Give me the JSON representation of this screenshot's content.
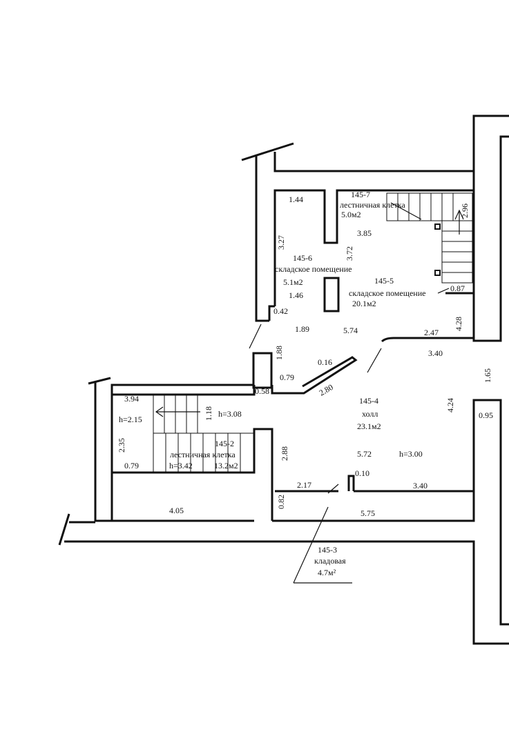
{
  "rooms": [
    {
      "id": "145-7",
      "name": "лестничная клетка",
      "area": "5.0м2"
    },
    {
      "id": "145-6",
      "name": "складское помещение",
      "area": "5.1м2"
    },
    {
      "id": "145-5",
      "name": "складское помещение",
      "area": "20.1м2"
    },
    {
      "id": "145-4",
      "name": "холл",
      "area": "23.1м2"
    },
    {
      "id": "145-2",
      "name": "лестничная клетка",
      "area": "13.2м2"
    },
    {
      "id": "145-3",
      "name": "кладовая",
      "area": "4.7м²"
    }
  ],
  "heights": {
    "left_stair_top": "h=2.15",
    "left_stair_mid": "h=3.08",
    "left_stair_bottom": "h=3.42",
    "hall": "h=3.00"
  },
  "dimensions": {
    "d144": "1.44",
    "d327": "3.27",
    "d372": "3.72",
    "d385": "3.85",
    "d296": "2.96",
    "d087": "0.87",
    "d146": "1.46",
    "d042": "0.42",
    "d189": "1.89",
    "d574": "5.74",
    "d428": "4.28",
    "d247": "2.47",
    "d188": "1.88",
    "d016": "0.16",
    "d340a": "3.40",
    "d079a": "0.79",
    "d058": "0.58",
    "d280": "2.80",
    "d165": "1.65",
    "d424": "4.24",
    "d095": "0.95",
    "d394": "3.94",
    "d118": "1.18",
    "d235": "2.35",
    "d288": "2.88",
    "d572": "5.72",
    "d010": "0.10",
    "d079b": "0.79",
    "d217": "2.17",
    "d340b": "3.40",
    "d082": "0.82",
    "d405": "4.05",
    "d575": "5.75"
  }
}
